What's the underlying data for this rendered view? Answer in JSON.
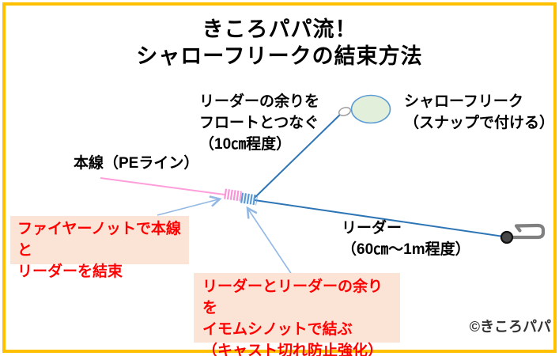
{
  "title": {
    "line1": "きころパパ流！",
    "line2": "シャローフリークの結束方法"
  },
  "labels": {
    "leader_surplus": "リーダーの余りを\nフロートとつなぐ\n（10㎝程度）",
    "float_product": "シャローフリーク\n（スナップで付ける）",
    "main_line": "本線（PEライン）",
    "leader": "リーダー\n（60㎝～1m程度）"
  },
  "callouts": {
    "fire_knot": "ファイヤーノットで本線と\nリーダーを結束",
    "imomushi_knot": "リーダーとリーダーの余りを\nイモムシノットで結ぶ\n（キャスト切れ防止強化）"
  },
  "copyright": "©きころパパ",
  "colors": {
    "frame_border": "#FFC000",
    "pe_line_pink": "#FF9EDA",
    "fire_knot_coil_pink": "#F795D6",
    "imomushi_knot_coil_blue": "#5B9BD5",
    "leader_line_blue": "#2E75B6",
    "callout_arrow_blue": "#93B8E4",
    "callout_bg": "#FBE3D5",
    "callout_text": "#FF0000",
    "float_fill_green": "#E2EFDA",
    "float_stroke_blue": "#5B9BD5",
    "hook_gray": "#808080",
    "jighead_dark": "#474747"
  },
  "icons": {
    "float": "float-ellipse",
    "snap": "snap-clip",
    "jighead": "jighead-and-hook"
  }
}
